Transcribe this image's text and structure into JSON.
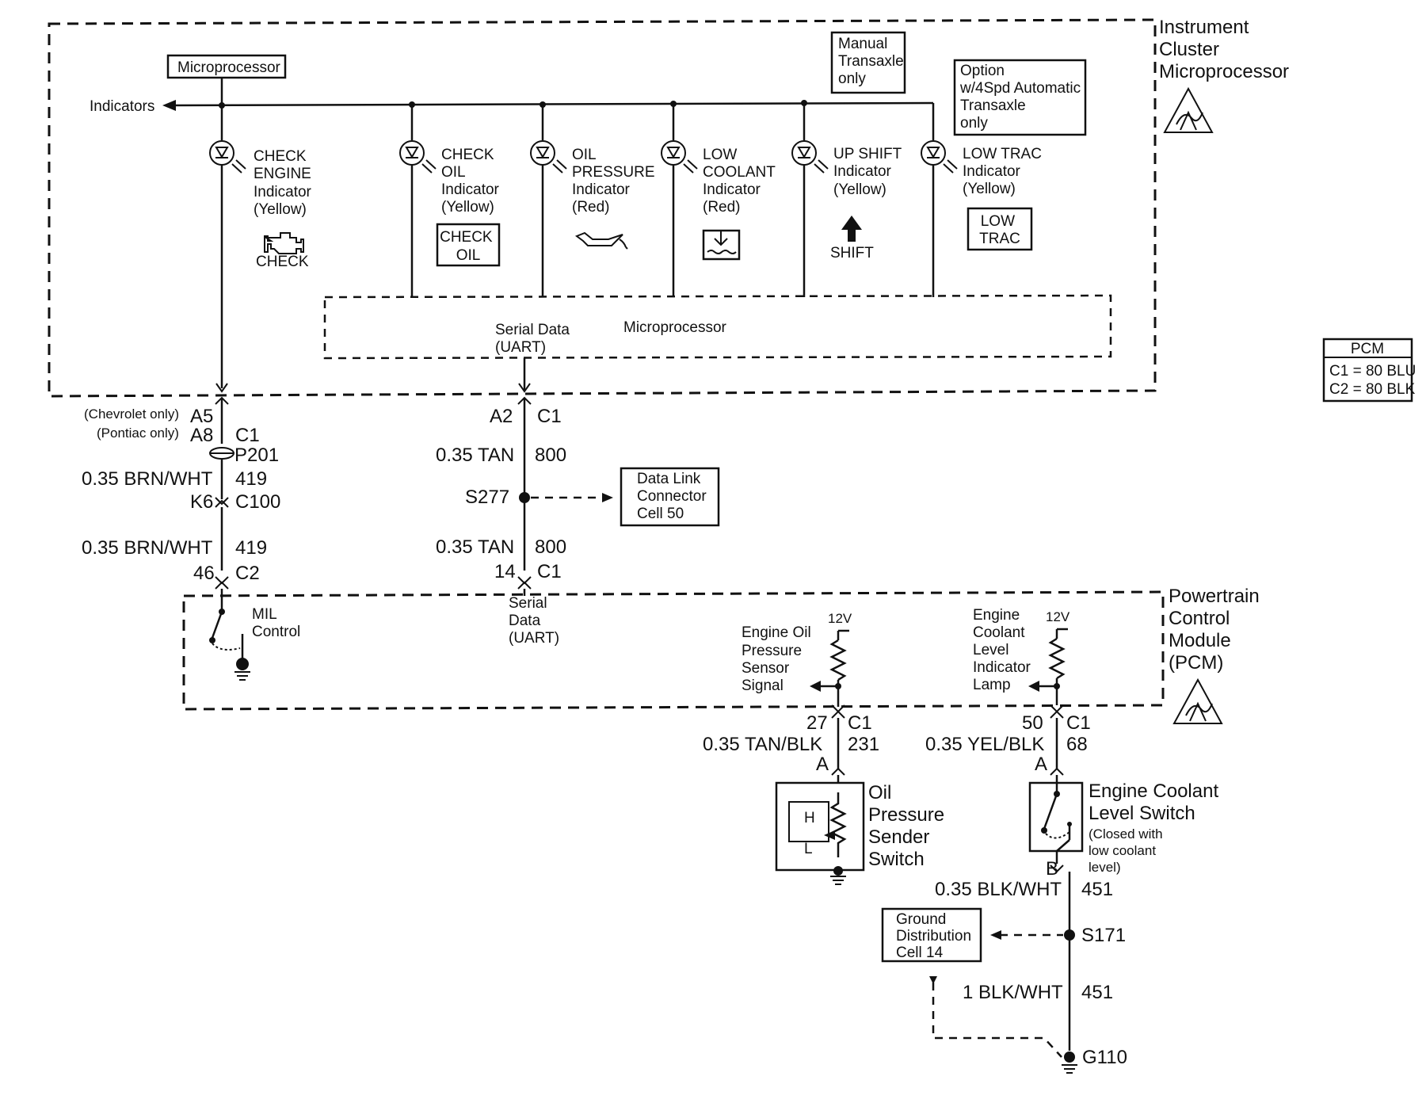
{
  "instrument_cluster": {
    "title_lines": [
      "Instrument",
      "Cluster",
      "Microprocessor"
    ],
    "microprocessor_top": "Microprocessor",
    "indicators_label": "Indicators",
    "serial_data_lines": [
      "Serial Data",
      "(UART)"
    ],
    "microprocessor_bottom": "Microprocessor",
    "manual_note_lines": [
      "Manual",
      "Transaxle",
      "only"
    ],
    "option_note_lines": [
      "Option",
      "w/4Spd Automatic",
      "Transaxle",
      "only"
    ]
  },
  "indicators": [
    {
      "lines": [
        "CHECK",
        "ENGINE",
        "Indicator",
        "(Yellow)"
      ],
      "symbol_text": "CHECK"
    },
    {
      "lines": [
        "CHECK",
        "OIL",
        "Indicator",
        "(Yellow)"
      ],
      "symbol_lines": [
        "CHECK",
        "OIL"
      ]
    },
    {
      "lines": [
        "OIL",
        "PRESSURE",
        "Indicator",
        "(Red)"
      ]
    },
    {
      "lines": [
        "LOW",
        "COOLANT",
        "Indicator",
        "(Red)"
      ]
    },
    {
      "lines": [
        "UP SHIFT",
        "Indicator",
        "(Yellow)"
      ],
      "symbol_text": "SHIFT"
    },
    {
      "lines": [
        "LOW TRAC",
        "Indicator",
        "(Yellow)"
      ],
      "symbol_lines": [
        "LOW",
        "TRAC"
      ]
    }
  ],
  "pcm_legend": {
    "title": "PCM",
    "c1": "C1 = 80 BLU",
    "c2": "C2 = 80 BLK"
  },
  "left_circuit": {
    "chevrolet_note": "(Chevrolet only)",
    "pin_a5": "A5",
    "pontiac_note": "(Pontiac only)",
    "pin_a8": "A8",
    "connector_c1": "C1",
    "p201": "P201",
    "wire1": "0.35 BRN/WHT",
    "circuit1": "419",
    "pin_k6": "K6",
    "c100": "C100",
    "wire2": "0.35 BRN/WHT",
    "circuit2": "419",
    "pin_46": "46",
    "c2": "C2"
  },
  "middle_circuit": {
    "pin_a2": "A2",
    "connector_c1": "C1",
    "wire1": "0.35 TAN",
    "circuit1": "800",
    "splice": "S277",
    "dlc_lines": [
      "Data Link",
      "Connector",
      "Cell 50"
    ],
    "wire2": "0.35 TAN",
    "circuit2": "800",
    "pin_14": "14",
    "connector_c1b": "C1",
    "serial_lines": [
      "Serial",
      "Data",
      "(UART)"
    ]
  },
  "pcm": {
    "title_lines": [
      "Powertrain",
      "Control",
      "Module",
      "(PCM)"
    ],
    "mil_lines": [
      "MIL",
      "Control"
    ],
    "oil_signal_lines": [
      "Engine Oil",
      "Pressure",
      "Sensor",
      "Signal"
    ],
    "coolant_lamp_lines": [
      "Engine",
      "Coolant",
      "Level",
      "Indicator",
      "Lamp"
    ],
    "v12_a": "12V",
    "v12_b": "12V"
  },
  "oil_circuit": {
    "pin": "27",
    "connector": "C1",
    "wire": "0.35 TAN/BLK",
    "circuit": "231",
    "terminal": "A",
    "switch_lines": [
      "Oil",
      "Pressure",
      "Sender",
      "Switch"
    ],
    "h": "H",
    "l": "L"
  },
  "coolant_circuit": {
    "pin": "50",
    "connector": "C1",
    "wire": "0.35 YEL/BLK",
    "circuit": "68",
    "terminal_a": "A",
    "switch_lines": [
      "Engine Coolant",
      "Level Switch"
    ],
    "switch_note_lines": [
      "(Closed with",
      "low coolant",
      "level)"
    ],
    "terminal_b": "B",
    "wire2": "0.35 BLK/WHT",
    "circuit2": "451",
    "ground_box_lines": [
      "Ground",
      "Distribution",
      "Cell 14"
    ],
    "splice": "S171",
    "wire3": "1 BLK/WHT",
    "circuit3": "451",
    "ground": "G110"
  }
}
